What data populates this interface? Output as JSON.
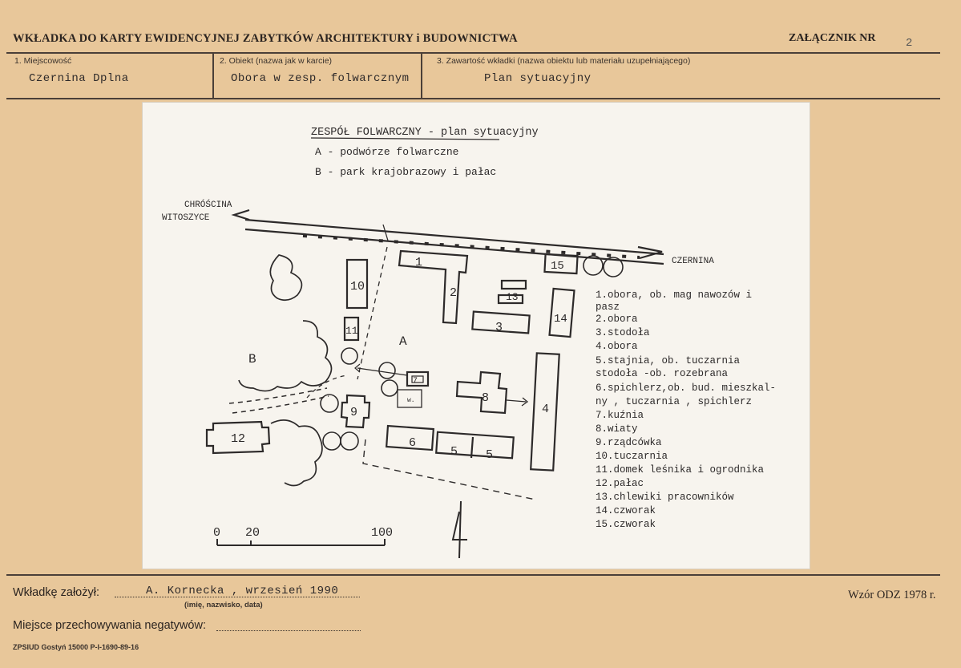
{
  "header": {
    "title": "WKŁADKA DO KARTY EWIDENCYJNEJ ZABYTKÓW ARCHITEKTURY i BUDOWNICTWA",
    "annex_label": "ZAŁĄCZNIK NR",
    "annex_number": "2"
  },
  "fields": [
    {
      "label": "1. Miejscowość",
      "value": "Czernina Dplna"
    },
    {
      "label": "2. Obiekt (nazwa jak w karcie)",
      "value": "Obora w zesp. folwarcznym"
    },
    {
      "label": "3. Zawartość wkładki (nazwa obiektu lub materiału uzupełniającego)",
      "value": "Plan sytuacyjny"
    }
  ],
  "plan": {
    "title": "ZESPÓŁ FOLWARCZNY - plan sytuacyjny",
    "legend_ab": [
      "A - podwórze folwarczne",
      "B - park krajobrazowy i pałac"
    ],
    "road_left_1": "CHRÓŚCINA",
    "road_left_2": "WITOSZYCE",
    "road_right": "CZERNINA",
    "area_a": "A",
    "area_b": "B",
    "well_label": "w.",
    "buildings": [
      "1",
      "2",
      "3",
      "4",
      "5",
      "5",
      "6",
      "7",
      "8",
      "9",
      "10",
      "11",
      "12",
      "13",
      "14",
      "15"
    ],
    "scale": [
      "0",
      "20",
      "100"
    ],
    "legend": [
      "1.obora, ob. mag nawozów i",
      "  pasz",
      "2.obora",
      "3.stodoła",
      "4.obora",
      "5.stajnia, ob. tuczarnia",
      " stodoła -ob. rozebrana",
      "6.spichlerz,ob. bud. mieszkal-",
      "  ny , tuczarnia , spichlerz",
      "7.kuźnia",
      "8.wiaty",
      "9.rządcówka",
      "10.tuczarnia",
      "11.domek leśnika i ogrodnika",
      "12.pałac",
      "13.chlewiki pracowników",
      "14.czworak",
      "15.czworak"
    ]
  },
  "footer": {
    "founder_label": "Wkładkę założył:",
    "founder_value": "A. Kornecka , wrzesień 1990",
    "founder_hint": "(imię, nazwisko, data)",
    "template": "Wzór ODZ 1978 r.",
    "storage_label": "Miejsce przechowywania negatywów:",
    "print_info": "ZPSIUD Gostyń 15000 P-I-1690-89-16"
  }
}
